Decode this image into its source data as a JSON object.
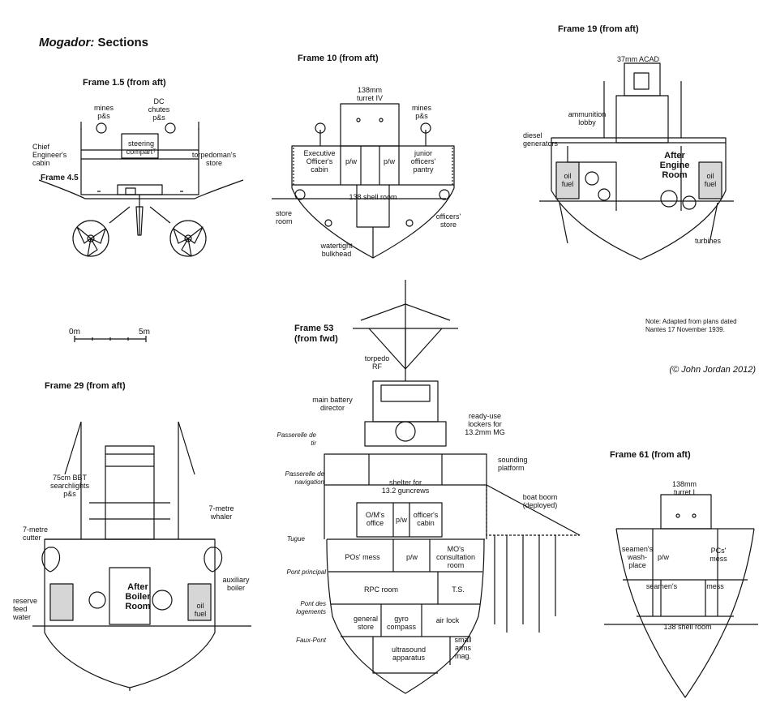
{
  "title_italic": "Mogador:",
  "title_rest": " Sections",
  "note": "Note: Adapted from plans dated\nNantes 17 November 1939.",
  "copyright": "(© John Jordan 2012)",
  "scale": {
    "start": "0m",
    "end": "5m"
  },
  "frames": {
    "f15": {
      "heading": "Frame 1.5 (from aft)",
      "frame_45": "Frame 4.5",
      "labels": {
        "mines": "mines\np&s",
        "dc": "DC\nchutes\np&s",
        "chief": "Chief\nEngineer's\ncabin",
        "steering": "steering\ncompartᵀ",
        "torpedoman": "torpedoman's\nstore"
      }
    },
    "f10": {
      "heading": "Frame 10 (from aft)",
      "labels": {
        "turret": "138mm\nturret IV",
        "mines": "mines\np&s",
        "exec": "Executive\nOfficer's\ncabin",
        "pw1": "p/w",
        "pw2": "p/w",
        "junior": "junior\nofficers'\npantry",
        "shell": "138 shell room",
        "store": "store\nroom",
        "officers_store": "officers'\nstore",
        "bulkhead": "watertight\nbulkhead"
      }
    },
    "f19": {
      "heading": "Frame 19 (from aft)",
      "labels": {
        "acad": "37mm ACAD",
        "ammo": "ammunition\nlobby",
        "diesel": "diesel\ngenerators",
        "engine": "After\nEngine\nRoom",
        "oil1": "oil\nfuel",
        "oil2": "oil\nfuel",
        "turbines": "turbines"
      }
    },
    "f53": {
      "heading": "Frame 53\n(from fwd)",
      "labels": {
        "torpedo": "torpedo\nRF",
        "director": "main battery\ndirector",
        "lockers": "ready-use\nlockers for\n13.2mm MG",
        "sounding": "sounding\nplatform",
        "shelter": "shelter for\n13.2 guncrews",
        "boat_boom": "boat boom\n(deployed)",
        "om_office": "O/M's\noffice",
        "pw": "p/w",
        "officers_cabin": "officer's\ncabin",
        "pos_mess": "POs' mess",
        "pw2": "p/w",
        "mo": "MO's\nconsultation\nroom",
        "rpc": "RPC room",
        "ts": "T.S.",
        "general": "general\nstore",
        "gyro": "gyro\ncompass",
        "airlock": "air lock",
        "small_arms": "small\narms\nmag.",
        "ultrasound": "ultrasound\napparatus"
      },
      "decks": {
        "tir": "Passerelle de\ntir",
        "nav": "Passerelle de\nnavigation",
        "tugue": "Tugue",
        "principal": "Pont principal",
        "logements": "Pont des\nlogements",
        "faux": "Faux-Pont"
      }
    },
    "f29": {
      "heading": "Frame 29 (from aft)",
      "labels": {
        "searchlights": "75cm BBT\nsearchlights\np&s",
        "cutter": "7-metre\ncutter",
        "whaler": "7-metre\nwhaler",
        "aux": "auxiliary\nboiler",
        "boiler": "After\nBoiler\nRoom",
        "reserve": "reserve\nfeed\nwater",
        "oil": "oil\nfuel"
      }
    },
    "f61": {
      "heading": "Frame 61 (from aft)",
      "labels": {
        "turret": "138mm\nturret I",
        "washplace": "seamen's\nwash-\nplace",
        "pw": "p/w",
        "pcs": "PCs'\nmess",
        "seamens": "seamen's",
        "mess": "mess",
        "shell": "138 shell room"
      }
    }
  },
  "colors": {
    "ink": "#111111",
    "fill": "#d6d6d6"
  }
}
